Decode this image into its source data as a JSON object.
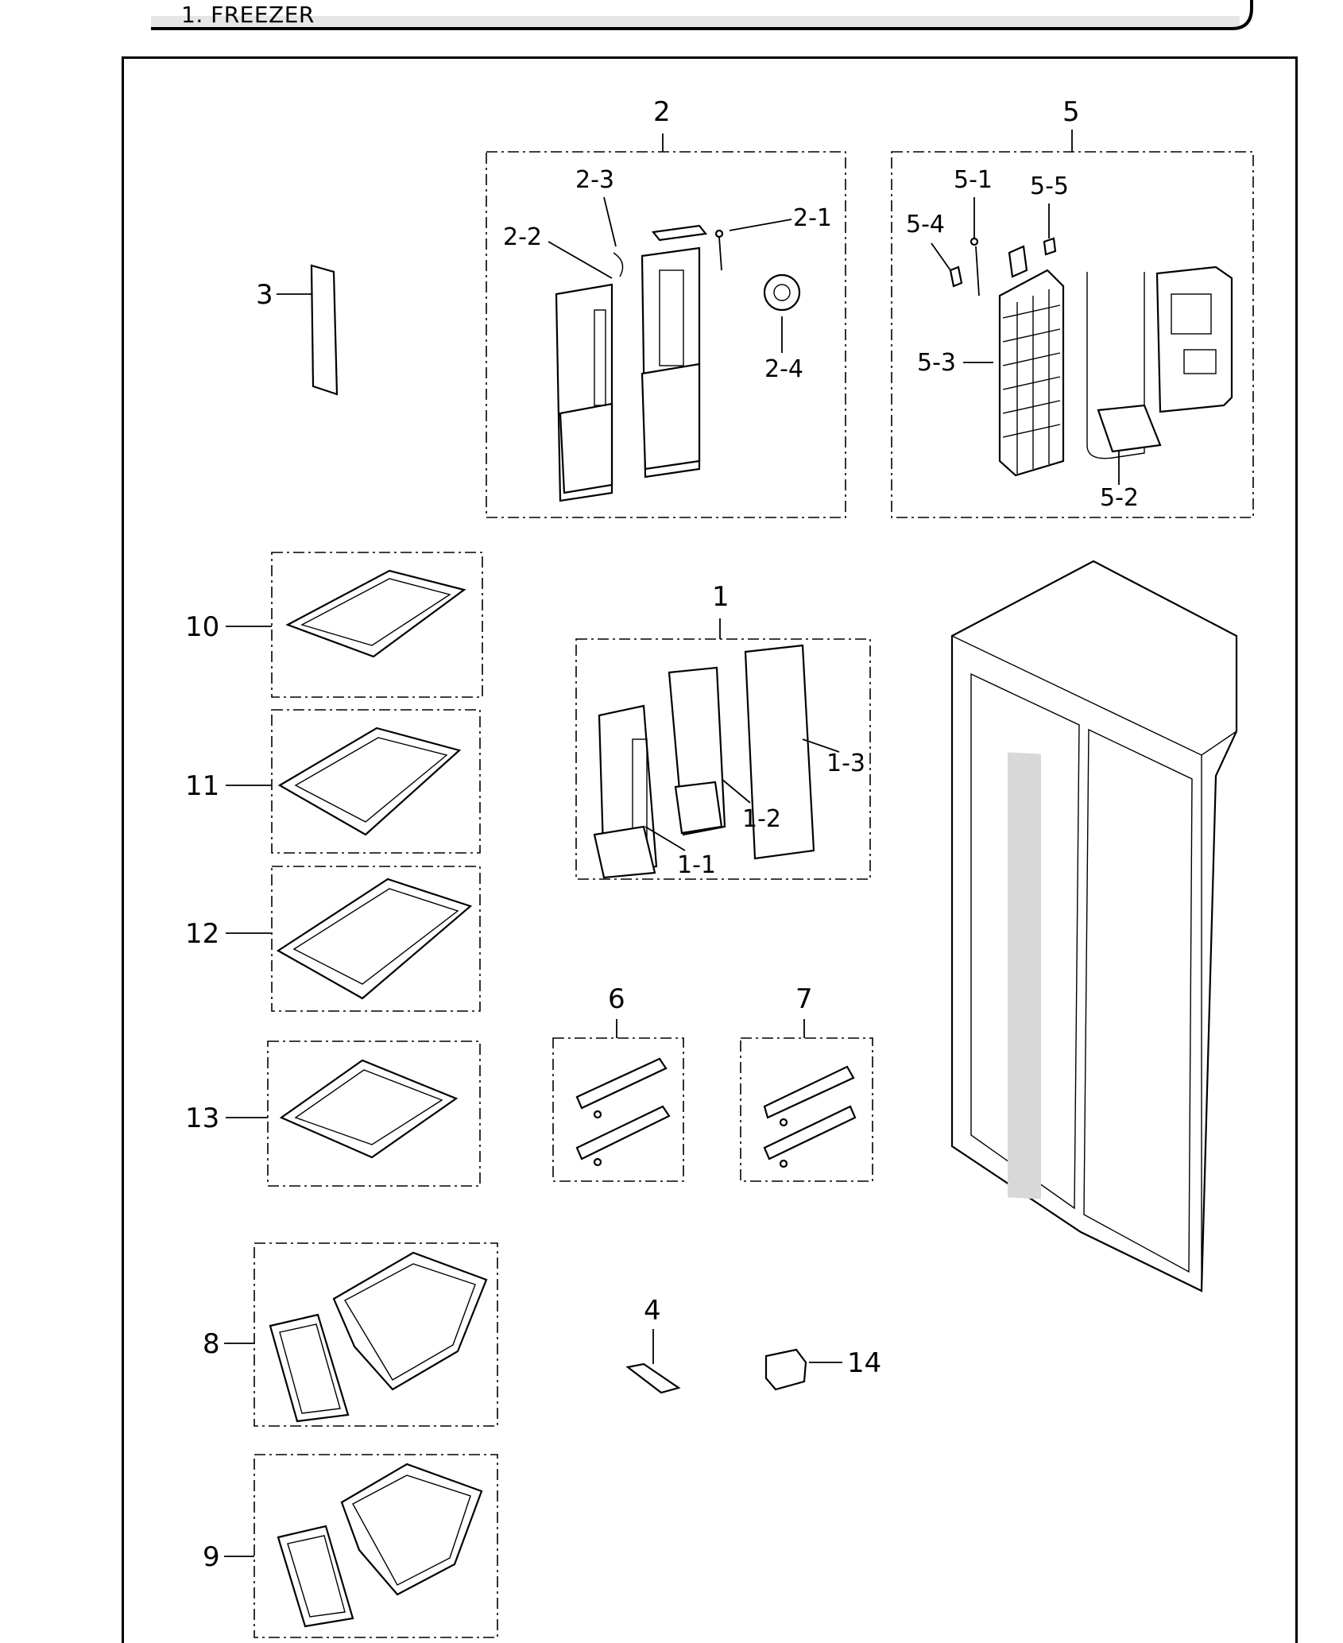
{
  "header": {
    "title": "1. FREEZER"
  },
  "labels": {
    "l1": "1",
    "l1_1": "1-1",
    "l1_2": "1-2",
    "l1_3": "1-3",
    "l2": "2",
    "l2_1": "2-1",
    "l2_2": "2-2",
    "l2_3": "2-3",
    "l2_4": "2-4",
    "l3": "3",
    "l4": "4",
    "l5": "5",
    "l5_1": "5-1",
    "l5_2": "5-2",
    "l5_3": "5-3",
    "l5_4": "5-4",
    "l5_5": "5-5",
    "l6": "6",
    "l7": "7",
    "l8": "8",
    "l9": "9",
    "l10": "10",
    "l11": "11",
    "l12": "12",
    "l13": "13",
    "l14": "14"
  }
}
